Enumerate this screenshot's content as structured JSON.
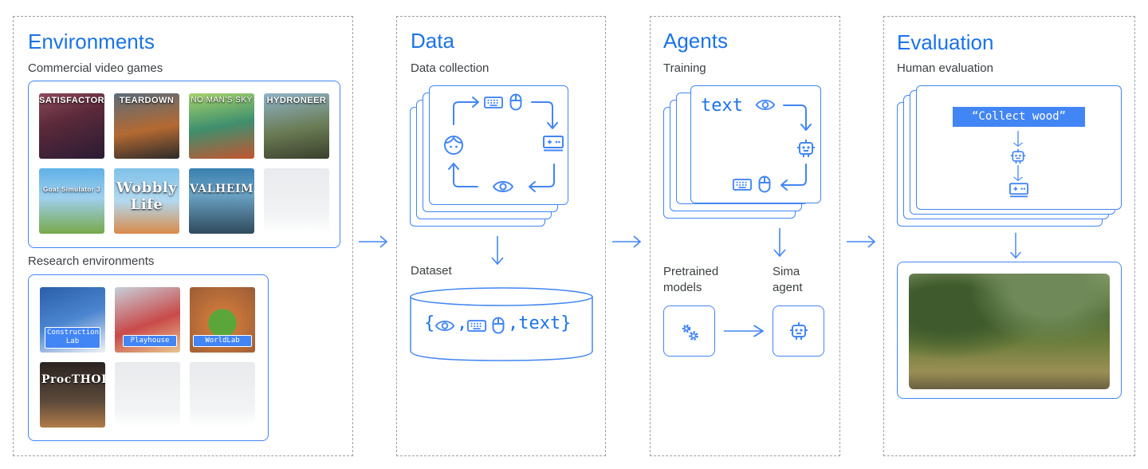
{
  "environments": {
    "title": "Environments",
    "commercial_label": "Commercial video games",
    "games": [
      "SATISFACTORY",
      "TEARDOWN",
      "NO MAN'S SKY",
      "HYDRONEER",
      "Goat Simulator 3",
      "Wobbly Life",
      "VALHEIM"
    ],
    "research_label": "Research environments",
    "research_envs": [
      "Construction Lab",
      "Playhouse",
      "WorldLab",
      "ProcTHOR"
    ]
  },
  "data": {
    "title": "Data",
    "collection_label": "Data collection",
    "dataset_label": "Dataset",
    "dataset_prefix": "{",
    "dataset_suffix": ",text}"
  },
  "agents": {
    "title": "Agents",
    "training_label": "Training",
    "training_text": "text",
    "pretrained_label": "Pretrained models",
    "sima_label": "Sima agent"
  },
  "evaluation": {
    "title": "Evaluation",
    "human_label": "Human evaluation",
    "instruction": "“Collect wood”"
  },
  "icons": [
    "eye-icon",
    "keyboard-icon",
    "mouse-icon",
    "face-icon",
    "gamepad-icon",
    "robot-icon",
    "gears-icon",
    "arrow-right-icon",
    "arrow-down-icon"
  ],
  "colors": {
    "accent": "#4285f4",
    "title": "#1a73e8",
    "instruction_bg": "#4285f4"
  }
}
